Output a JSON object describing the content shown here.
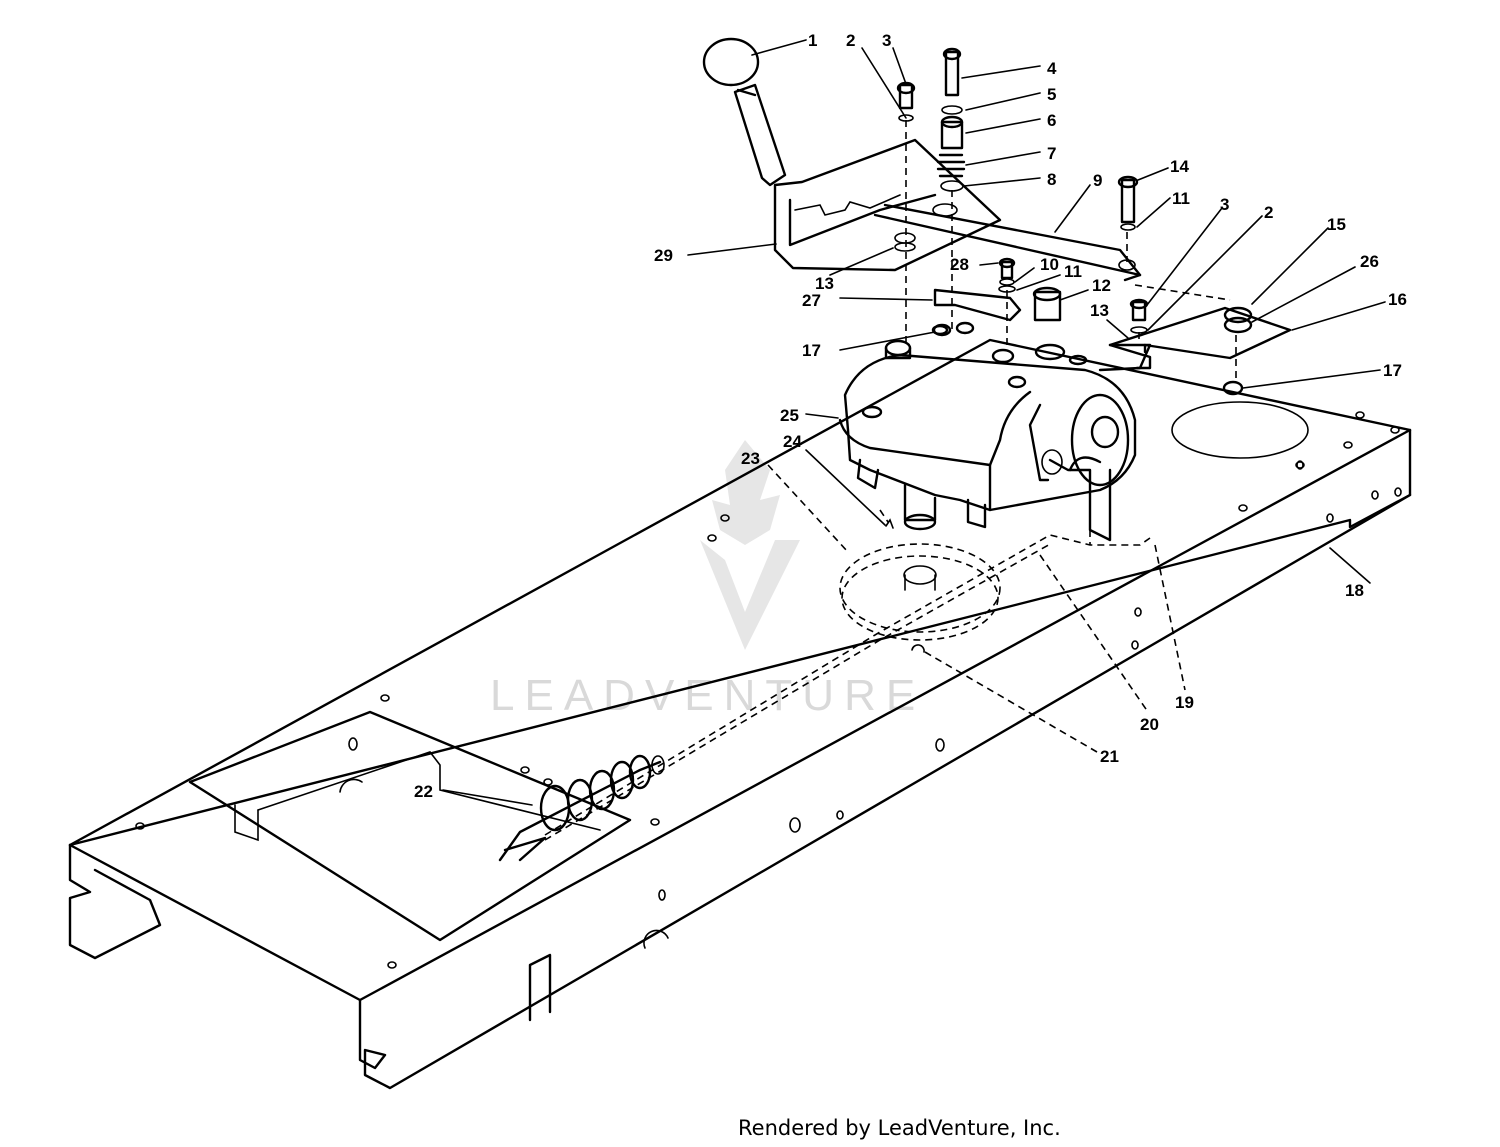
{
  "diagram": {
    "callouts": [
      {
        "id": "1",
        "label": "1"
      },
      {
        "id": "2a",
        "label": "2"
      },
      {
        "id": "3a",
        "label": "3"
      },
      {
        "id": "4",
        "label": "4"
      },
      {
        "id": "5",
        "label": "5"
      },
      {
        "id": "6",
        "label": "6"
      },
      {
        "id": "7",
        "label": "7"
      },
      {
        "id": "8",
        "label": "8"
      },
      {
        "id": "9",
        "label": "9"
      },
      {
        "id": "14",
        "label": "14"
      },
      {
        "id": "11a",
        "label": "11"
      },
      {
        "id": "3b",
        "label": "3"
      },
      {
        "id": "2b",
        "label": "2"
      },
      {
        "id": "15",
        "label": "15"
      },
      {
        "id": "26",
        "label": "26"
      },
      {
        "id": "16",
        "label": "16"
      },
      {
        "id": "29",
        "label": "29"
      },
      {
        "id": "13a",
        "label": "13"
      },
      {
        "id": "28",
        "label": "28"
      },
      {
        "id": "10",
        "label": "10"
      },
      {
        "id": "11b",
        "label": "11"
      },
      {
        "id": "12",
        "label": "12"
      },
      {
        "id": "27",
        "label": "27"
      },
      {
        "id": "13b",
        "label": "13"
      },
      {
        "id": "17a",
        "label": "17"
      },
      {
        "id": "17b",
        "label": "17"
      },
      {
        "id": "25",
        "label": "25"
      },
      {
        "id": "24",
        "label": "24"
      },
      {
        "id": "23",
        "label": "23"
      },
      {
        "id": "18",
        "label": "18"
      },
      {
        "id": "19",
        "label": "19"
      },
      {
        "id": "20",
        "label": "20"
      },
      {
        "id": "21",
        "label": "21"
      },
      {
        "id": "22",
        "label": "22"
      }
    ]
  },
  "watermark": "LEADVENTURE",
  "footer": {
    "credit": "Rendered by LeadVenture, Inc."
  }
}
